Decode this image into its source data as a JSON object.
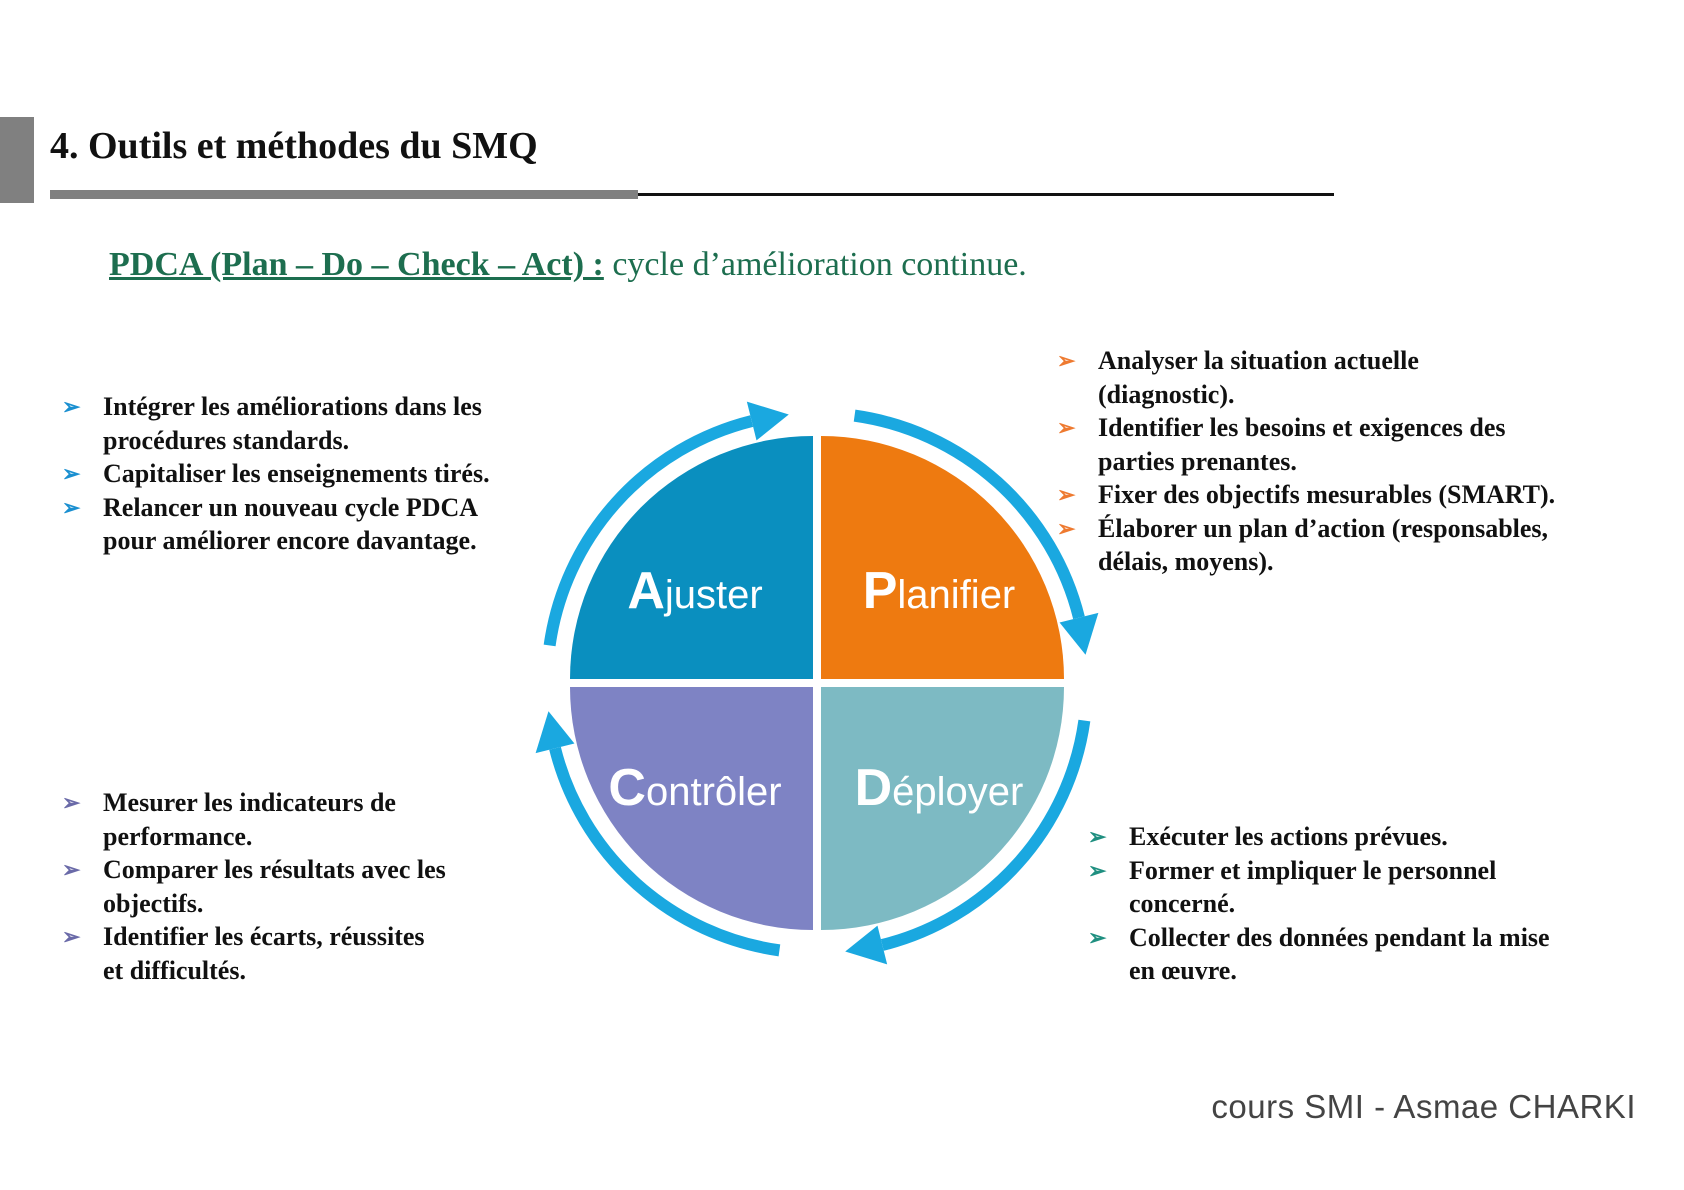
{
  "header": {
    "title": "4. Outils et méthodes du SMQ"
  },
  "subtitle": {
    "key": "PDCA (Plan – Do – Check – Act) :",
    "rest": " cycle d’amélioration continue."
  },
  "colors": {
    "ring": "#1aa8e0",
    "ajuster": "#0a8fbf",
    "planifier": "#ee7a10",
    "controler": "#7e83c4",
    "deployer": "#7dbac3",
    "accent_green": "#1d6e4f"
  },
  "quadrants": [
    {
      "key": "ajuster",
      "initial": "A",
      "rest": "juster"
    },
    {
      "key": "planifier",
      "initial": "P",
      "rest": "lanifier"
    },
    {
      "key": "controler",
      "initial": "C",
      "rest": "ontrôler"
    },
    {
      "key": "deployer",
      "initial": "D",
      "rest": "éployer"
    }
  ],
  "blocks": {
    "act": {
      "bullet_color": "#1a8fd0",
      "items": [
        {
          "lines": [
            "Intégrer les améliorations dans les",
            "procédures standards."
          ]
        },
        {
          "lines": [
            "Capitaliser les enseignements tirés."
          ]
        },
        {
          "lines": [
            "Relancer un nouveau cycle PDCA",
            "pour améliorer encore davantage."
          ]
        }
      ]
    },
    "plan": {
      "bullet_color": "#ee7a30",
      "items": [
        {
          "lines": [
            "Analyser la situation actuelle",
            "(diagnostic)."
          ]
        },
        {
          "lines": [
            "Identifier les besoins et exigences des",
            "parties prenantes."
          ]
        },
        {
          "lines": [
            "Fixer des objectifs mesurables (SMART)."
          ]
        },
        {
          "lines": [
            "Élaborer un plan d’action (responsables,",
            "délais, moyens)."
          ]
        }
      ]
    },
    "check": {
      "bullet_color": "#6a6aa8",
      "items": [
        {
          "lines": [
            "Mesurer les indicateurs de",
            "performance."
          ]
        },
        {
          "lines": [
            "Comparer les résultats avec les",
            "objectifs."
          ]
        },
        {
          "lines": [
            "Identifier les écarts, réussites",
            "et difficultés."
          ]
        }
      ]
    },
    "do": {
      "bullet_color": "#1f8f80",
      "items": [
        {
          "lines": [
            "Exécuter les actions prévues."
          ]
        },
        {
          "lines": [
            "Former et impliquer le personnel",
            "concerné."
          ]
        },
        {
          "lines": [
            "Collecter des données pendant la mise",
            "en œuvre."
          ]
        }
      ]
    }
  },
  "footer": {
    "text": "cours SMI - Asmae CHARKI"
  }
}
